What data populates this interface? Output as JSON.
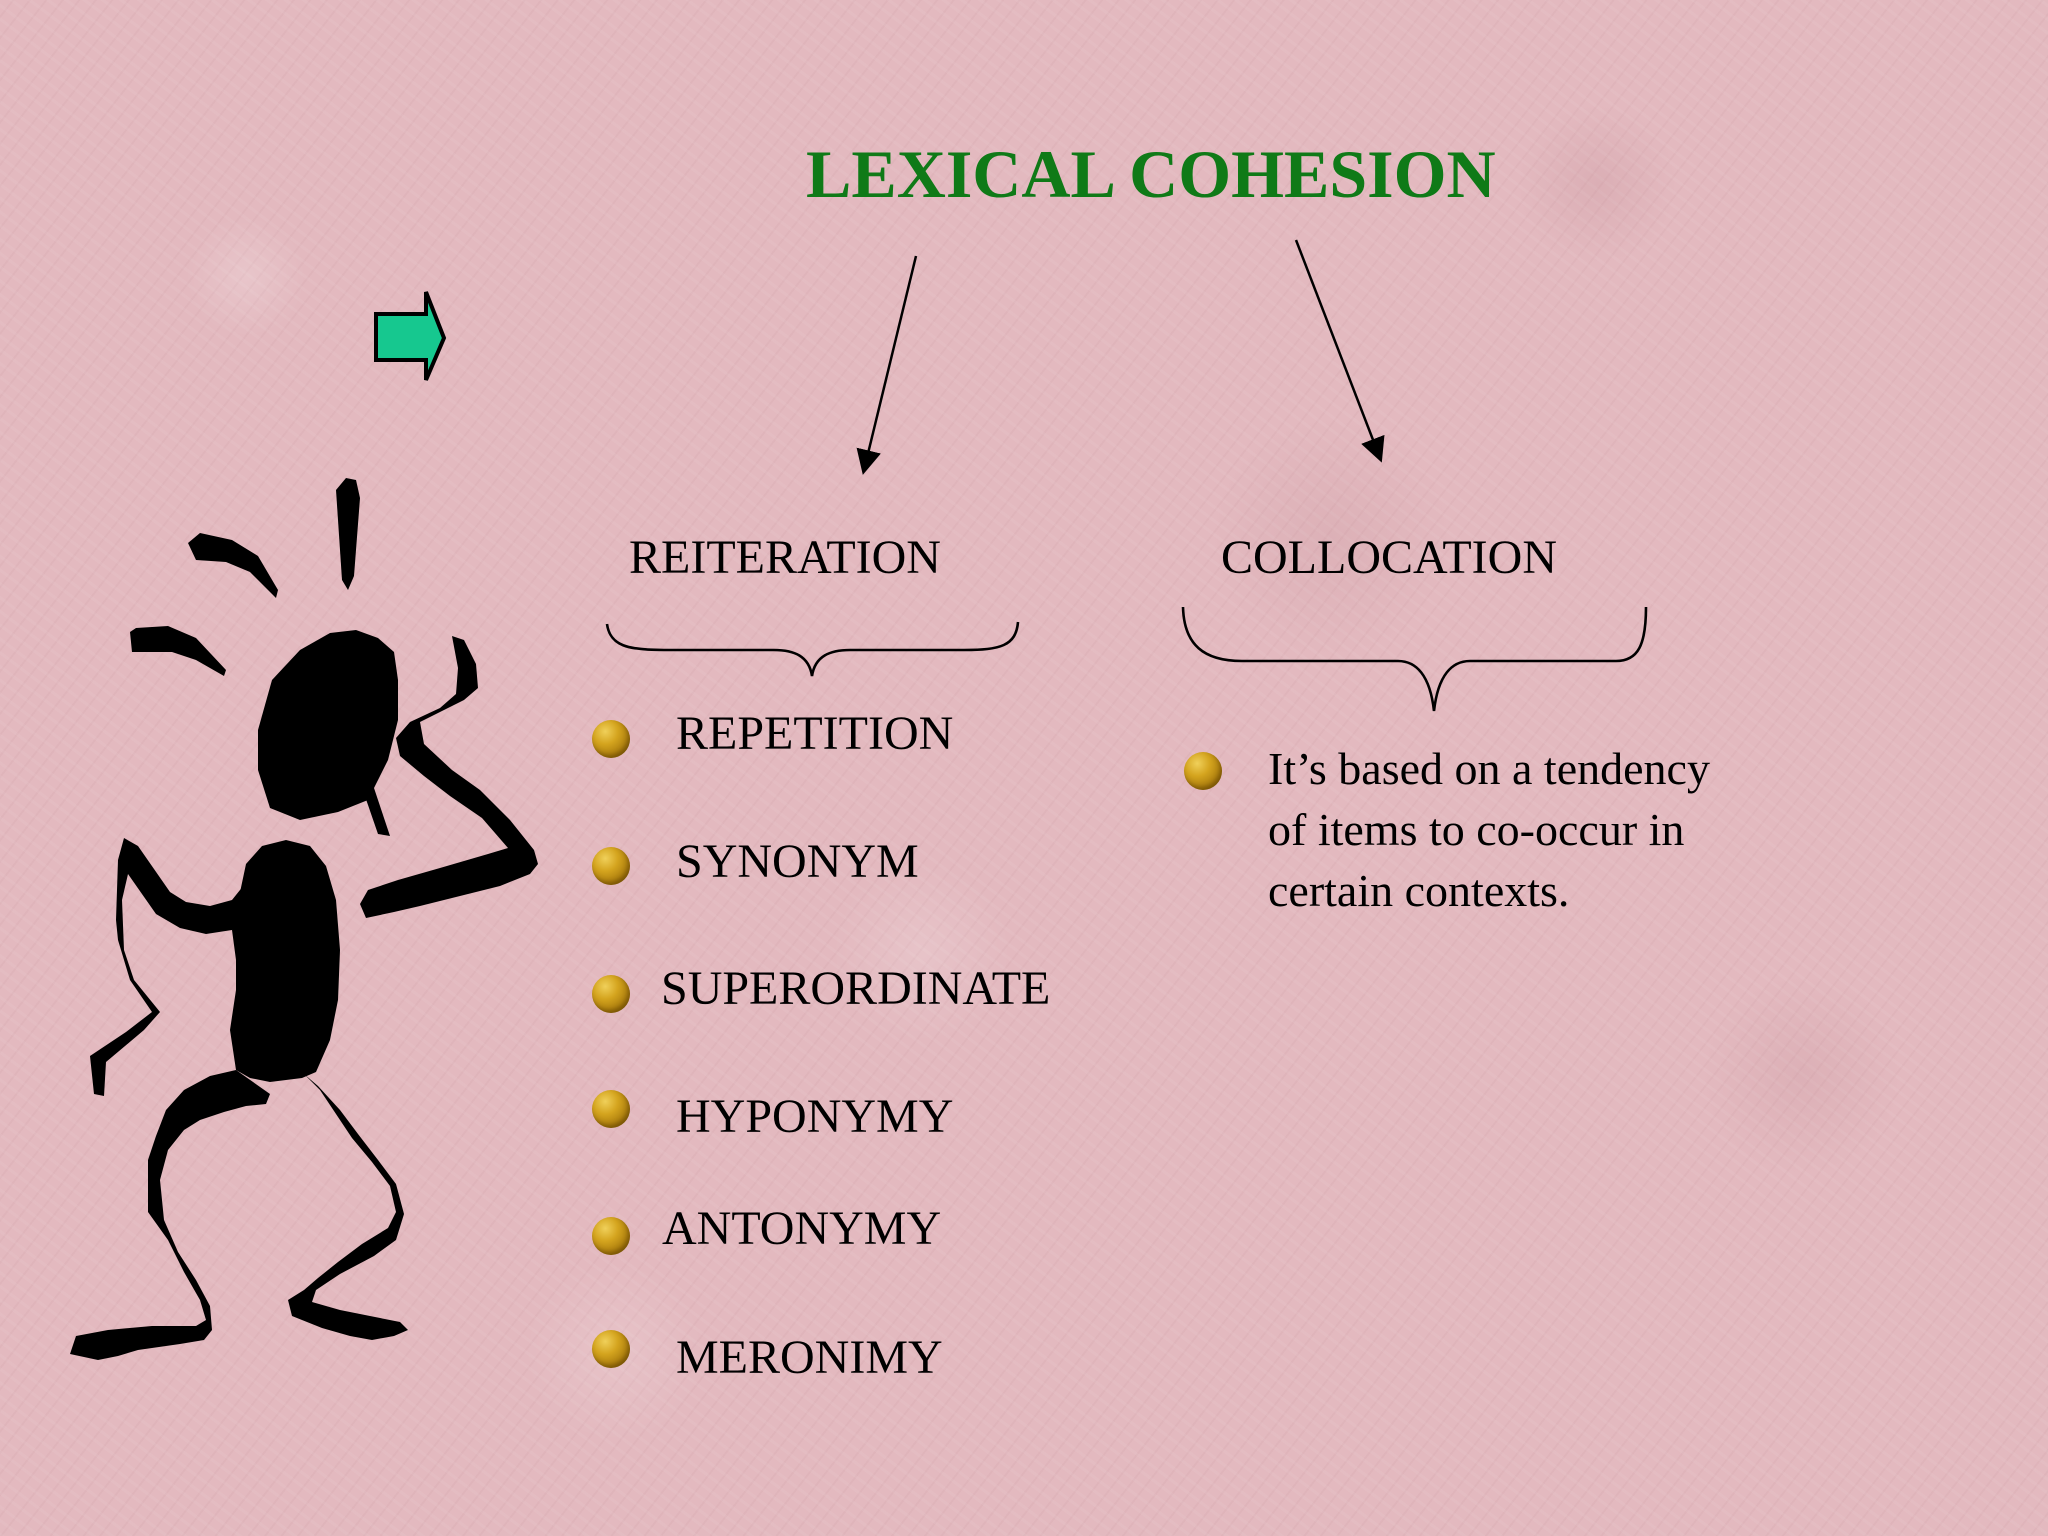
{
  "slide": {
    "title": "LEXICAL COHESION",
    "title_color": "#0f7a17",
    "background_color": "#e3b9bf",
    "nav_arrow_icon": "right-arrow-icon",
    "nav_arrow_color": "#16c88f",
    "illustration": "confused-stick-figure"
  },
  "branches": {
    "reiteration": {
      "label": "REITERATION",
      "items": [
        {
          "label": "REPETITION",
          "bullet_icon": "gold-ball-bullet-icon"
        },
        {
          "label": "SYNONYM",
          "bullet_icon": "gold-ball-bullet-icon"
        },
        {
          "label": "SUPERORDINATE",
          "bullet_icon": "gold-ball-bullet-icon"
        },
        {
          "label": "HYPONYMY",
          "bullet_icon": "gold-ball-bullet-icon"
        },
        {
          "label": "ANTONYMY",
          "bullet_icon": "gold-ball-bullet-icon"
        },
        {
          "label": "MERONIMY",
          "bullet_icon": "gold-ball-bullet-icon"
        }
      ]
    },
    "collocation": {
      "label": "COLLOCATION",
      "items": [
        {
          "label": "It’s based on a tendency of items to co-occur in certain contexts.",
          "bullet_icon": "gold-ball-bullet-icon"
        }
      ]
    }
  }
}
